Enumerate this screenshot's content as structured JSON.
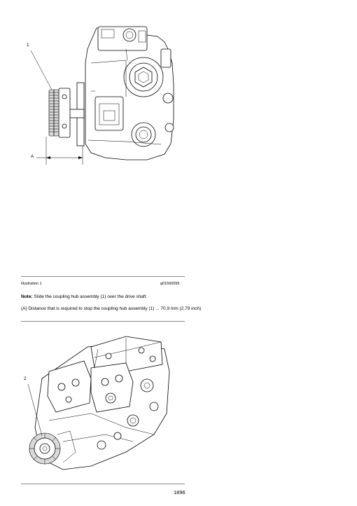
{
  "illustration1": {
    "callout_1": "1",
    "callout_A": "A"
  },
  "caption": {
    "label": "Illustration 1",
    "code": "g01560095"
  },
  "note": {
    "label": "Note:",
    "text": " Slide the coupling hub assembly (1) over the drive shaft."
  },
  "distance_line": "(A) Distance that is required to stop the coupling hub assembly (1) ... 70.9 mm (2.79 inch)",
  "illustration2": {
    "callout_2": "2"
  },
  "footer": {
    "page_number": "1896"
  }
}
